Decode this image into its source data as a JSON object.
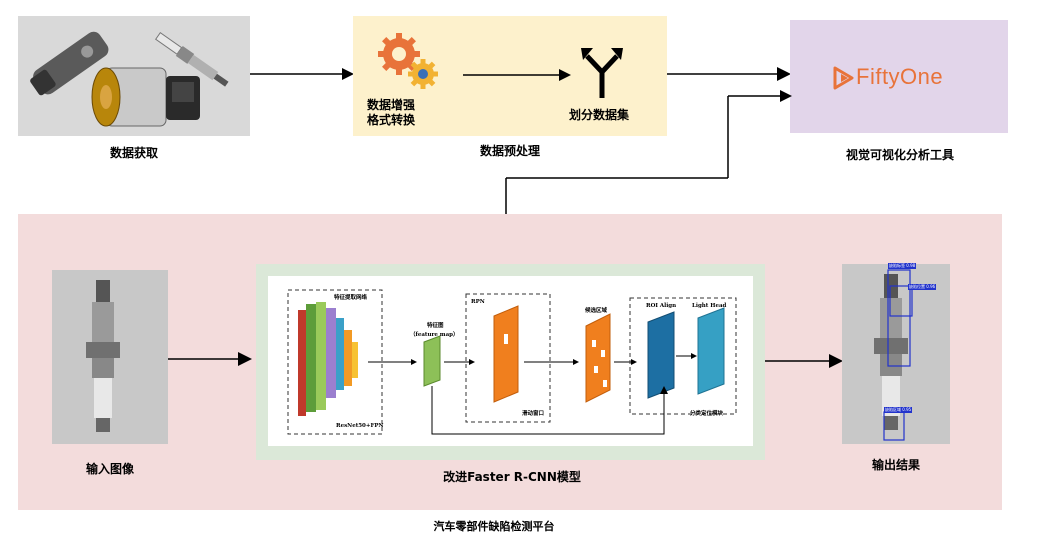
{
  "top": {
    "data_acquisition": {
      "caption": "数据获取"
    },
    "preprocessing": {
      "caption": "数据预处理",
      "aug_line1": "数据增强",
      "aug_line2": "格式转换",
      "split_label": "划分数据集"
    },
    "visualization": {
      "caption": "视觉可视化分析工具",
      "logo_text": "FiftyOne",
      "logo_color": "#e8733a"
    }
  },
  "platform": {
    "title": "汽车零部件缺陷检测平台",
    "input_caption": "输入图像",
    "model_caption": "改进Faster R-CNN模型",
    "output_caption": "输出结果",
    "background_color": "#f3dcdc",
    "model_border_color": "#dbe8d8"
  },
  "model": {
    "backbone_title": "特征提取网络",
    "backbone_label": "ResNet50+FPN",
    "feature_map_label_1": "特征图",
    "feature_map_label_2": "（feature map）",
    "rpn_title": "RPN",
    "rpn_label": "滑动窗口",
    "proposals_label": "候选区域",
    "roi_align_label": "ROI Align",
    "light_head_label": "Light Head",
    "cls_reg_label": "分类定位模块"
  },
  "output_labels": [
    "缺陷标签 0.98",
    "缺陷位置 0.96",
    "缺陷区域 0.95"
  ]
}
